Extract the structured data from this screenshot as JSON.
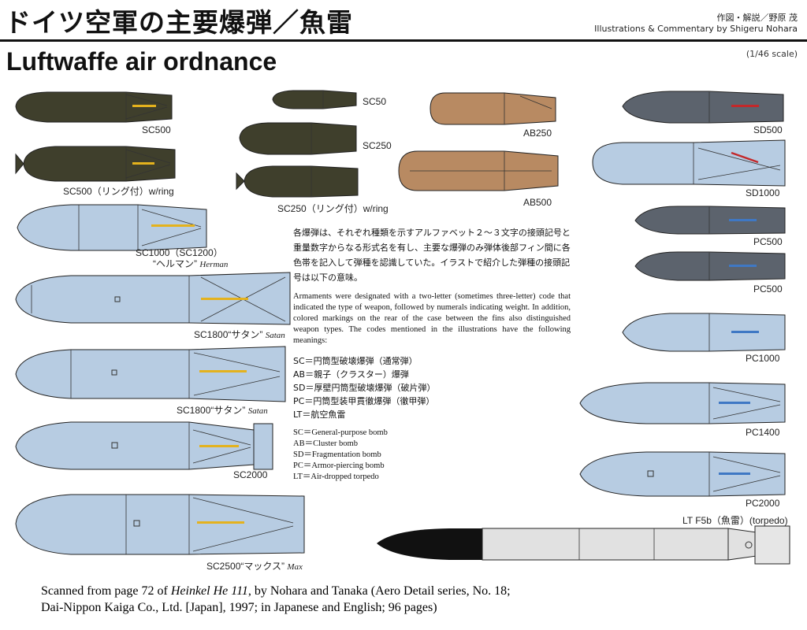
{
  "header": {
    "title_jp": "ドイツ空軍の主要爆弾／魚雷",
    "credit_jp": "作図・解説／野原 茂",
    "credit_en": "Illustrations & Commentary by Shigeru Nohara",
    "title_en": "Luftwaffe air ordnance",
    "scale": "(1/46 scale)"
  },
  "colors": {
    "olive": "#3f3f2c",
    "tan": "#b88a62",
    "grey": "#5c636d",
    "blue": "#b7cce2",
    "yellow_band": "#e4b21d",
    "red_band": "#c3282a",
    "blue_band": "#3f78c4",
    "torpedo_black": "#111111"
  },
  "bombs": [
    {
      "label": "SC500",
      "sub": ""
    },
    {
      "label": "SC500（リング付）w/ring",
      "sub": ""
    },
    {
      "label": "SC1000（SC1200）",
      "sub": "“ヘルマン”",
      "sub_it": "Herman"
    },
    {
      "label": "SC1800“サタン”",
      "sub": "",
      "label_it": "Satan"
    },
    {
      "label": "SC1800“サタン”",
      "sub": "",
      "label_it": "Satan"
    },
    {
      "label": "SC2000",
      "sub": ""
    },
    {
      "label": "SC2500“マックス”",
      "sub": "",
      "label_it": "Max"
    },
    {
      "label": "SC50",
      "sub": ""
    },
    {
      "label": "SC250",
      "sub": ""
    },
    {
      "label": "SC250（リング付）w/ring",
      "sub": ""
    },
    {
      "label": "AB250",
      "sub": ""
    },
    {
      "label": "AB500",
      "sub": ""
    },
    {
      "label": "SD500",
      "sub": ""
    },
    {
      "label": "SD1000",
      "sub": ""
    },
    {
      "label": "PC500",
      "sub": ""
    },
    {
      "label": "PC500",
      "sub": ""
    },
    {
      "label": "PC1000",
      "sub": ""
    },
    {
      "label": "PC1400",
      "sub": ""
    },
    {
      "label": "PC2000",
      "sub": ""
    },
    {
      "label": "LT F5b（魚雷）(torpedo)",
      "sub": ""
    }
  ],
  "description": {
    "jp": "各爆弾は、それぞれ種類を示すアルファベット２～３文字の接頭記号と重量数字からなる形式名を有し、主要な爆弾のみ弾体後部フィン間に各色帯を記入して弾種を認識していた。イラストで紹介した弾種の接頭記号は以下の意味。",
    "en": "Armaments were designated with a two-letter (sometimes three-letter) code that indicated the type of weapon, followed by numerals indicating weight. In addition, colored markings on the rear of the case between the fins also distinguished weapon types. The codes mentioned in the illustrations have the following meanings:",
    "codes_jp": [
      "SC＝円筒型破壊爆弾（通常弾）",
      "AB＝親子（クラスター）爆弾",
      "SD＝厚壁円筒型破壊爆弾（破片弾）",
      "PC＝円筒型装甲貫徹爆弾（徹甲弾）",
      "LT＝航空魚雷"
    ],
    "codes_en": [
      "SC＝General-purpose bomb",
      "AB＝Cluster bomb",
      "SD＝Fragmentation bomb",
      "PC＝Armor-piercing bomb",
      "LT＝Air-dropped torpedo"
    ]
  },
  "caption": {
    "line1_pre": "Scanned from page 72 of ",
    "line1_book": "Heinkel He 111",
    "line1_post": ", by Nohara and Tanaka (Aero Detail series, No. 18;",
    "line2": "Dai-Nippon Kaiga Co., Ltd. [Japan], 1997; in Japanese and English; 96 pages)"
  }
}
